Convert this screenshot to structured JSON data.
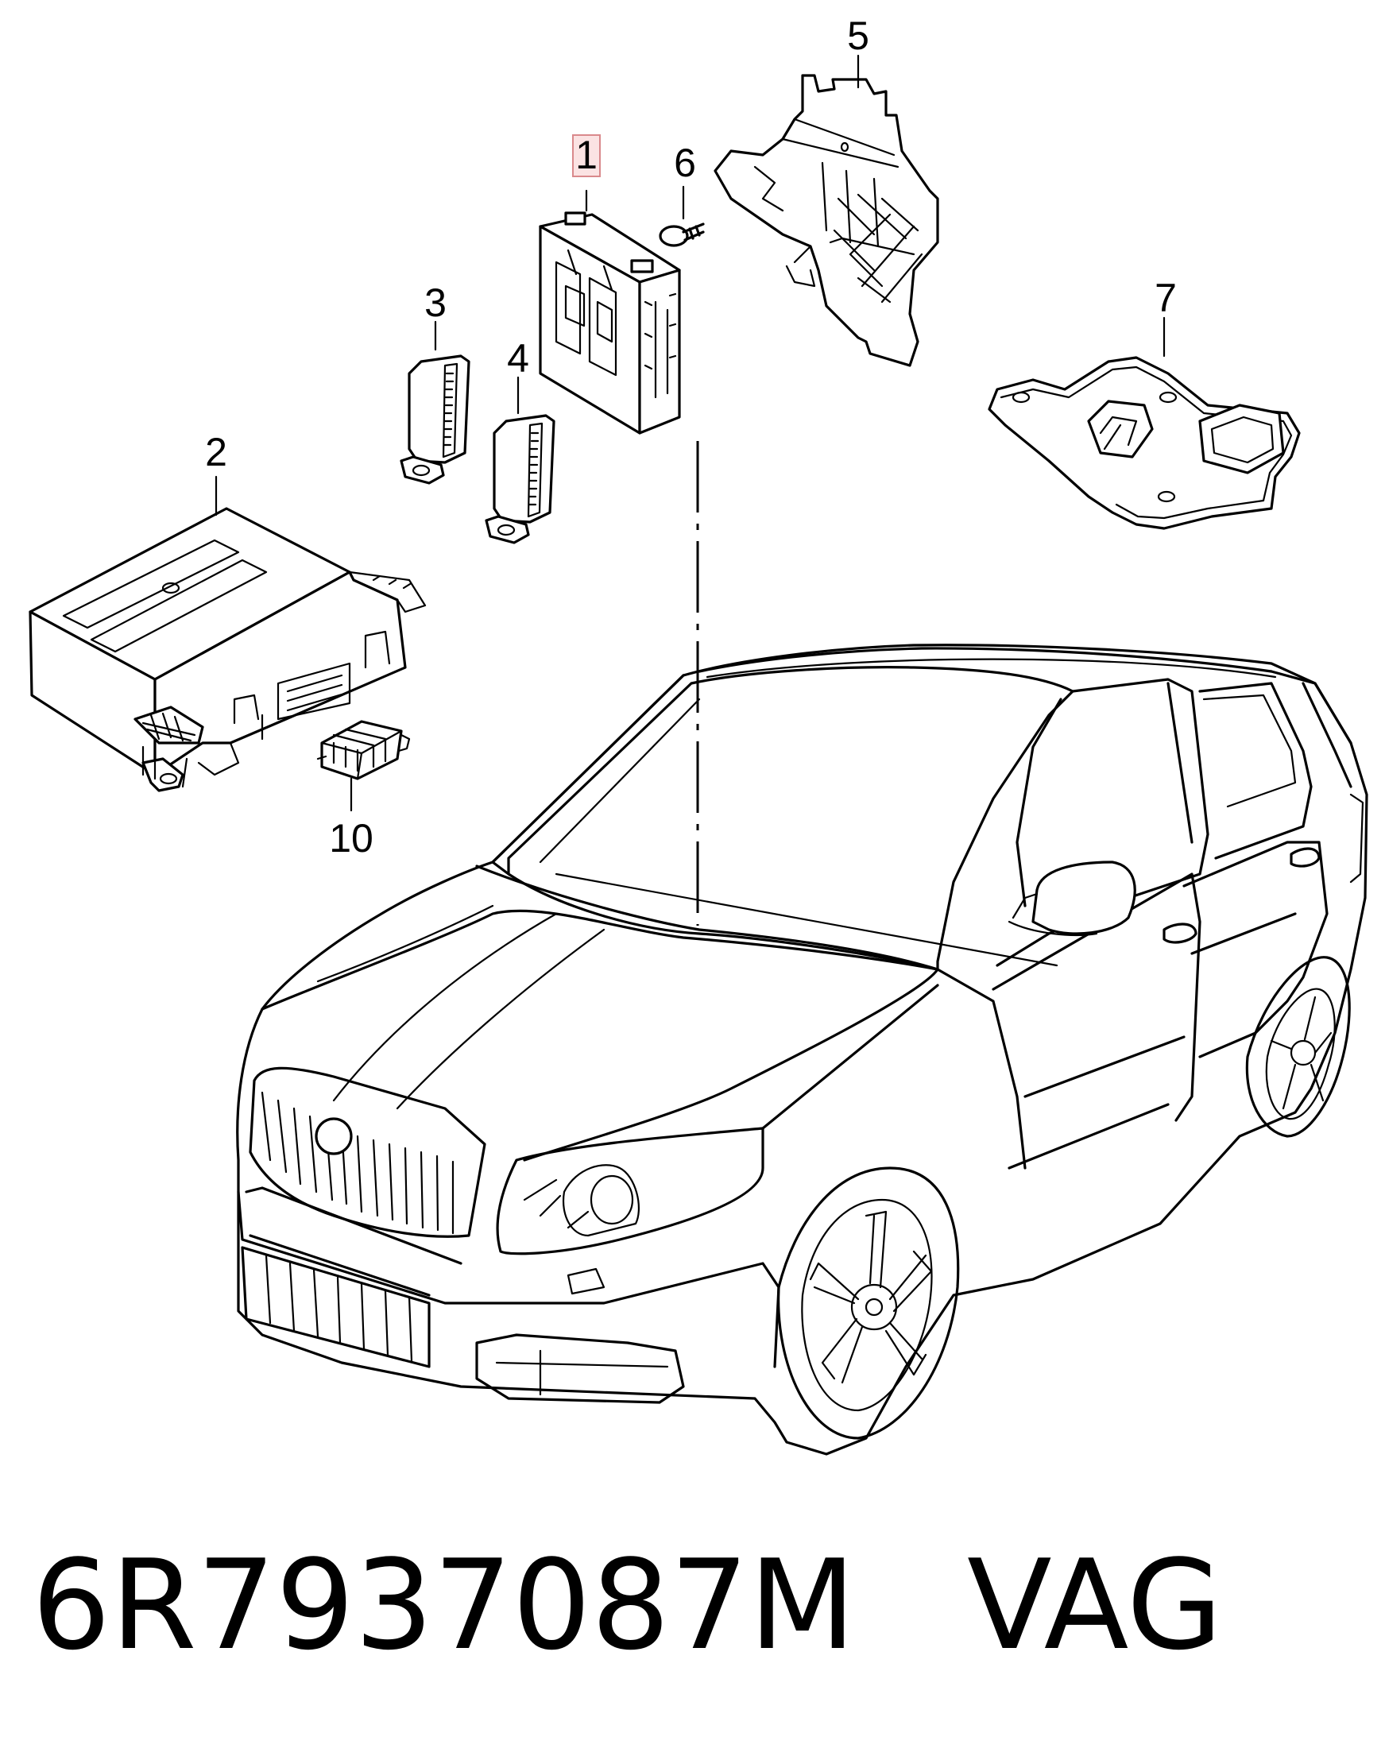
{
  "callouts": {
    "c1": "1",
    "c2": "2",
    "c3": "3",
    "c4": "4",
    "c5": "5",
    "c6": "6",
    "c7": "7",
    "c10": "10"
  },
  "footer": {
    "part_number": "6R7937087M",
    "brand": "VAG"
  },
  "colors": {
    "line": "#000000",
    "background": "#ffffff",
    "highlight_fill": "#fbe3e3",
    "highlight_border": "#d9898c"
  }
}
